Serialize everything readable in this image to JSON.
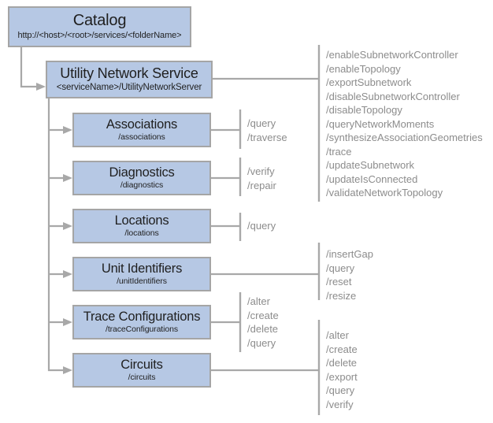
{
  "diagram": {
    "catalog": {
      "title": "Catalog",
      "subtitle": "http://<host>/<root>/services/<folderName>"
    },
    "service": {
      "title": "Utility Network Service",
      "subtitle": "<serviceName>/UtilityNetworkServer",
      "operations": [
        "/enableSubnetworkController",
        "/enableTopology",
        "/exportSubnetwork",
        "/disableSubnetworkController",
        "/disableTopology",
        "/queryNetworkMoments",
        "/synthesizeAssociationGeometries",
        "/trace",
        "/updateSubnetwork",
        "/updateIsConnected",
        "/validateNetworkTopology"
      ]
    },
    "resources": [
      {
        "title": "Associations",
        "subtitle": "/associations",
        "operations": [
          "/query",
          "/traverse"
        ]
      },
      {
        "title": "Diagnostics",
        "subtitle": "/diagnostics",
        "operations": [
          "/verify",
          "/repair"
        ]
      },
      {
        "title": "Locations",
        "subtitle": "/locations",
        "operations": [
          "/query"
        ]
      },
      {
        "title": "Unit Identifiers",
        "subtitle": "/unitIdentifiers",
        "operations": [
          "/insertGap",
          "/query",
          "/reset",
          "/resize"
        ]
      },
      {
        "title": "Trace Configurations",
        "subtitle": "/traceConfigurations",
        "operations": [
          "/alter",
          "/create",
          "/delete",
          "/query"
        ]
      },
      {
        "title": "Circuits",
        "subtitle": "/circuits",
        "operations": [
          "/alter",
          "/create",
          "/delete",
          "/export",
          "/query",
          "/verify"
        ]
      }
    ]
  },
  "colors": {
    "box_fill": "#b6c8e4",
    "box_border": "#a5a5a5",
    "connector_line": "#a8a8a8",
    "operation_text": "#8c8c8c",
    "title_text": "#1f1f1f"
  }
}
